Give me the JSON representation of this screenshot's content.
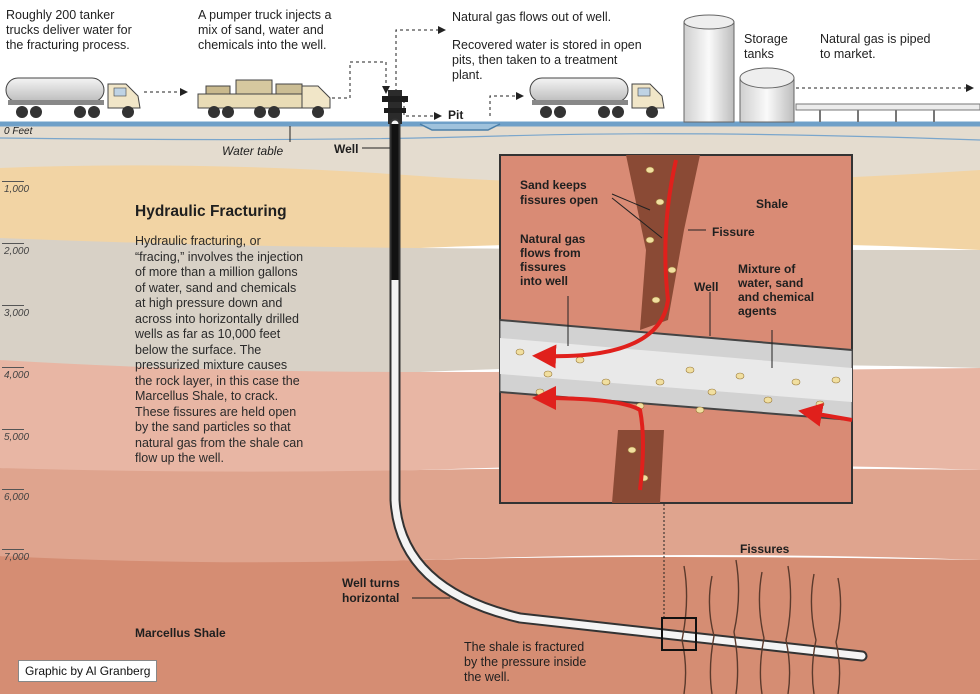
{
  "labels": {
    "tankers": "Roughly 200 tanker\ntrucks deliver water for\nthe fracturing process.",
    "pumper": "A pumper truck injects a\nmix of sand, water and\nchemicals into the well.",
    "gas_flows": "Natural gas flows out of well.",
    "recovered": "Recovered water is stored in open\npits, then taken to a treatment\nplant.",
    "storage_tanks": "Storage\ntanks",
    "piped": "Natural gas is piped\nto market.",
    "pit": "Pit",
    "zero_feet": "0 Feet",
    "water_table": "Water table",
    "well": "Well",
    "well_turns": "Well turns\nhorizontal",
    "marcellus": "Marcellus Shale",
    "shale_fractured": "The shale is fractured\nby the pressure inside\nthe well.",
    "fissures": "Fissures"
  },
  "depths": [
    "1,000",
    "2,000",
    "3,000",
    "4,000",
    "5,000",
    "6,000",
    "7,000"
  ],
  "explainer": {
    "title": "Hydraulic Fracturing",
    "body": "Hydraulic fracturing, or\n“fracing,” involves the injection\nof more than a million gallons\nof water, sand and chemicals\nat high pressure down and\nacross into horizontally drilled\nwells as far as 10,000 feet\nbelow the surface. The\npressurized mixture causes\nthe rock layer, in this case the\nMarcellus Shale, to crack.\nThese fissures are held open\nby the sand particles so that\nnatural gas from the shale can\nflow up the well."
  },
  "inset": {
    "sand_keeps": "Sand keeps\nfissures open",
    "shale": "Shale",
    "fissure": "Fissure",
    "gas_flows": "Natural gas\nflows from\nfissures\ninto well",
    "well": "Well",
    "mixture": "Mixture of\nwater, sand\nand chemical\nagents"
  },
  "credit": "Graphic by Al Granberg",
  "colors": {
    "sky": "#ffffff",
    "ground_line": "#6fa0c8",
    "layer_gray": "#d8d1c6",
    "layer_sand": "#f2d4a4",
    "layer_pink": "#e8b6a4",
    "layer_rose": "#dea08a",
    "layer_deep": "#d58d73",
    "shale_inset": "#d98b75",
    "fissure": "#8a4a35",
    "flow_arrow": "#e0201c",
    "pipe": "#bfbfbf"
  }
}
